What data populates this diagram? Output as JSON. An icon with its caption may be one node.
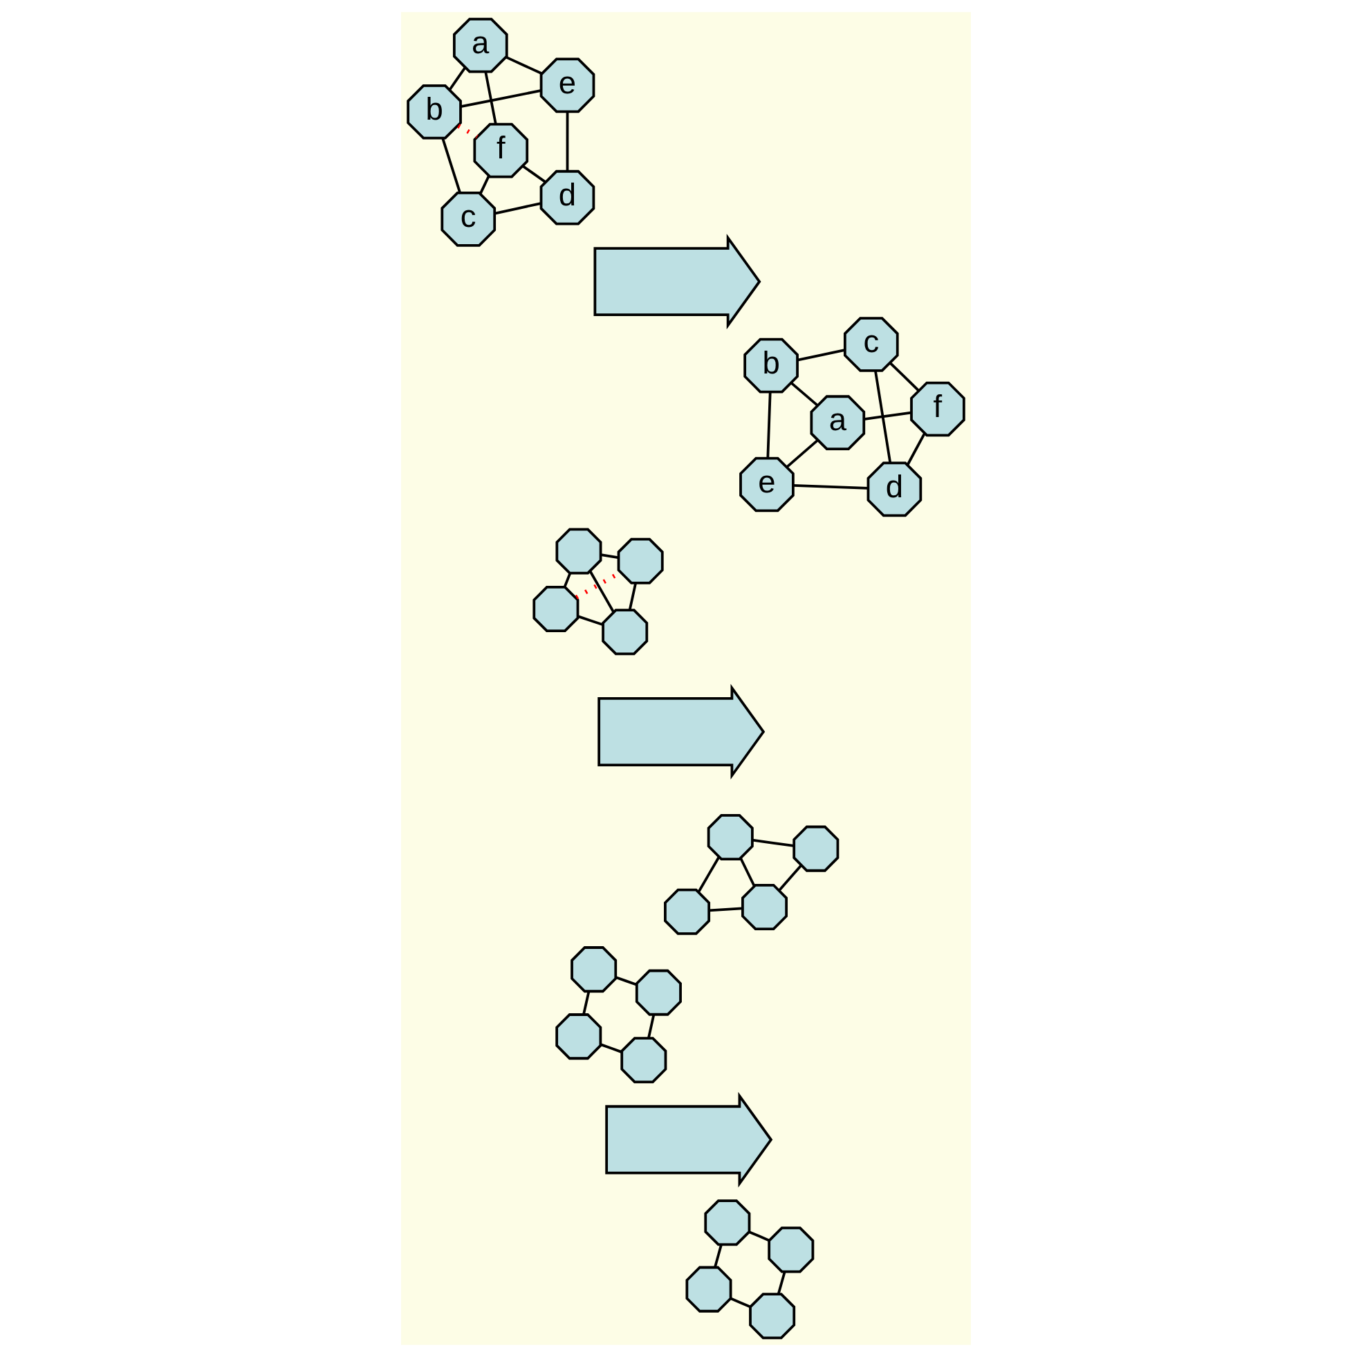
{
  "diagram": {
    "nodes": [
      {
        "text": [],
        "shape": "octagon"
      },
      {
        "text": [],
        "shape": "octagon"
      },
      {
        "text": [],
        "shape": "octagon"
      },
      {
        "text": [],
        "shape": "octagon"
      },
      {
        "text": [],
        "shape": "double-arrow"
      },
      {
        "text": [],
        "shape": "octagon"
      },
      {
        "text": [],
        "shape": "octagon"
      },
      {
        "text": [],
        "shape": "octagon"
      },
      {
        "text": [],
        "shape": "octagon"
      },
      {
        "text": [],
        "shape": "octagon"
      },
      {
        "text": [],
        "shape": "octagon"
      },
      {
        "text": [],
        "shape": "octagon"
      },
      {
        "text": [],
        "shape": "octagon"
      },
      {
        "text": [],
        "shape": "double-arrow"
      },
      {
        "text": [],
        "shape": "octagon"
      },
      {
        "text": [],
        "shape": "octagon"
      },
      {
        "text": [],
        "shape": "octagon"
      },
      {
        "text": [],
        "shape": "octagon"
      },
      {
        "text": [
          "b"
        ]
      },
      {
        "text": [
          "c"
        ]
      },
      {
        "text": [
          "f"
        ]
      },
      {
        "text": [
          "a"
        ]
      },
      {
        "text": [
          "e"
        ]
      },
      {
        "text": [
          "d"
        ]
      },
      {
        "text": [],
        "shape": "double-arrow"
      },
      {
        "text": [
          "b"
        ]
      },
      {
        "text": [
          "d"
        ]
      },
      {
        "text": [
          "a"
        ]
      },
      {
        "text": [
          "e"
        ]
      },
      {
        "text": [
          "c"
        ]
      },
      {
        "text": [
          "f"
        ]
      }
    ],
    "edges": [
      {
        "from": 0,
        "to": 1,
        "arrow": "none"
      },
      {
        "from": 0,
        "to": 2,
        "arrow": "none"
      },
      {
        "from": 1,
        "to": 3,
        "arrow": "none"
      },
      {
        "from": 2,
        "to": 3,
        "arrow": "none"
      },
      {
        "from": 5,
        "to": 6,
        "arrow": "none"
      },
      {
        "from": 5,
        "to": 7,
        "arrow": "none"
      },
      {
        "from": 6,
        "to": 8,
        "arrow": "none"
      },
      {
        "from": 7,
        "to": 8,
        "arrow": "none"
      },
      {
        "from": 9,
        "to": 11,
        "arrow": "none"
      },
      {
        "from": 9,
        "to": 12,
        "arrow": "none"
      },
      {
        "from": 9,
        "to": 10,
        "arrow": "none"
      },
      {
        "from": 11,
        "to": 12,
        "arrow": "none"
      },
      {
        "from": 10,
        "to": 12,
        "arrow": "none"
      },
      {
        "from": 11,
        "to": 10,
        "arrow": "none",
        "style": "dashed",
        "color": "#ff0000"
      },
      {
        "from": 15,
        "to": 14,
        "arrow": "none"
      },
      {
        "from": 15,
        "to": 17,
        "arrow": "none"
      },
      {
        "from": 14,
        "to": 16,
        "arrow": "none"
      },
      {
        "from": 14,
        "to": 17,
        "arrow": "none"
      },
      {
        "from": 16,
        "to": 17,
        "arrow": "none"
      },
      {
        "from": 18,
        "to": 19,
        "arrow": "none"
      },
      {
        "from": 18,
        "to": 21,
        "arrow": "none"
      },
      {
        "from": 18,
        "to": 22,
        "arrow": "none"
      },
      {
        "from": 18,
        "to": 20,
        "arrow": "none",
        "style": "dashed",
        "color": "#ff0000"
      },
      {
        "from": 19,
        "to": 20,
        "arrow": "none"
      },
      {
        "from": 19,
        "to": 23,
        "arrow": "none"
      },
      {
        "from": 21,
        "to": 20,
        "arrow": "none"
      },
      {
        "from": 21,
        "to": 22,
        "arrow": "none"
      },
      {
        "from": 22,
        "to": 23,
        "arrow": "none"
      },
      {
        "from": 20,
        "to": 23,
        "arrow": "none"
      },
      {
        "from": 25,
        "to": 27,
        "arrow": "none"
      },
      {
        "from": 25,
        "to": 29,
        "arrow": "none"
      },
      {
        "from": 25,
        "to": 28,
        "arrow": "none"
      },
      {
        "from": 26,
        "to": 29,
        "arrow": "none"
      },
      {
        "from": 26,
        "to": 28,
        "arrow": "none"
      },
      {
        "from": 26,
        "to": 30,
        "arrow": "none"
      },
      {
        "from": 27,
        "to": 28,
        "arrow": "none"
      },
      {
        "from": 27,
        "to": 30,
        "arrow": "none"
      },
      {
        "from": 29,
        "to": 30,
        "arrow": "none"
      }
    ]
  }
}
